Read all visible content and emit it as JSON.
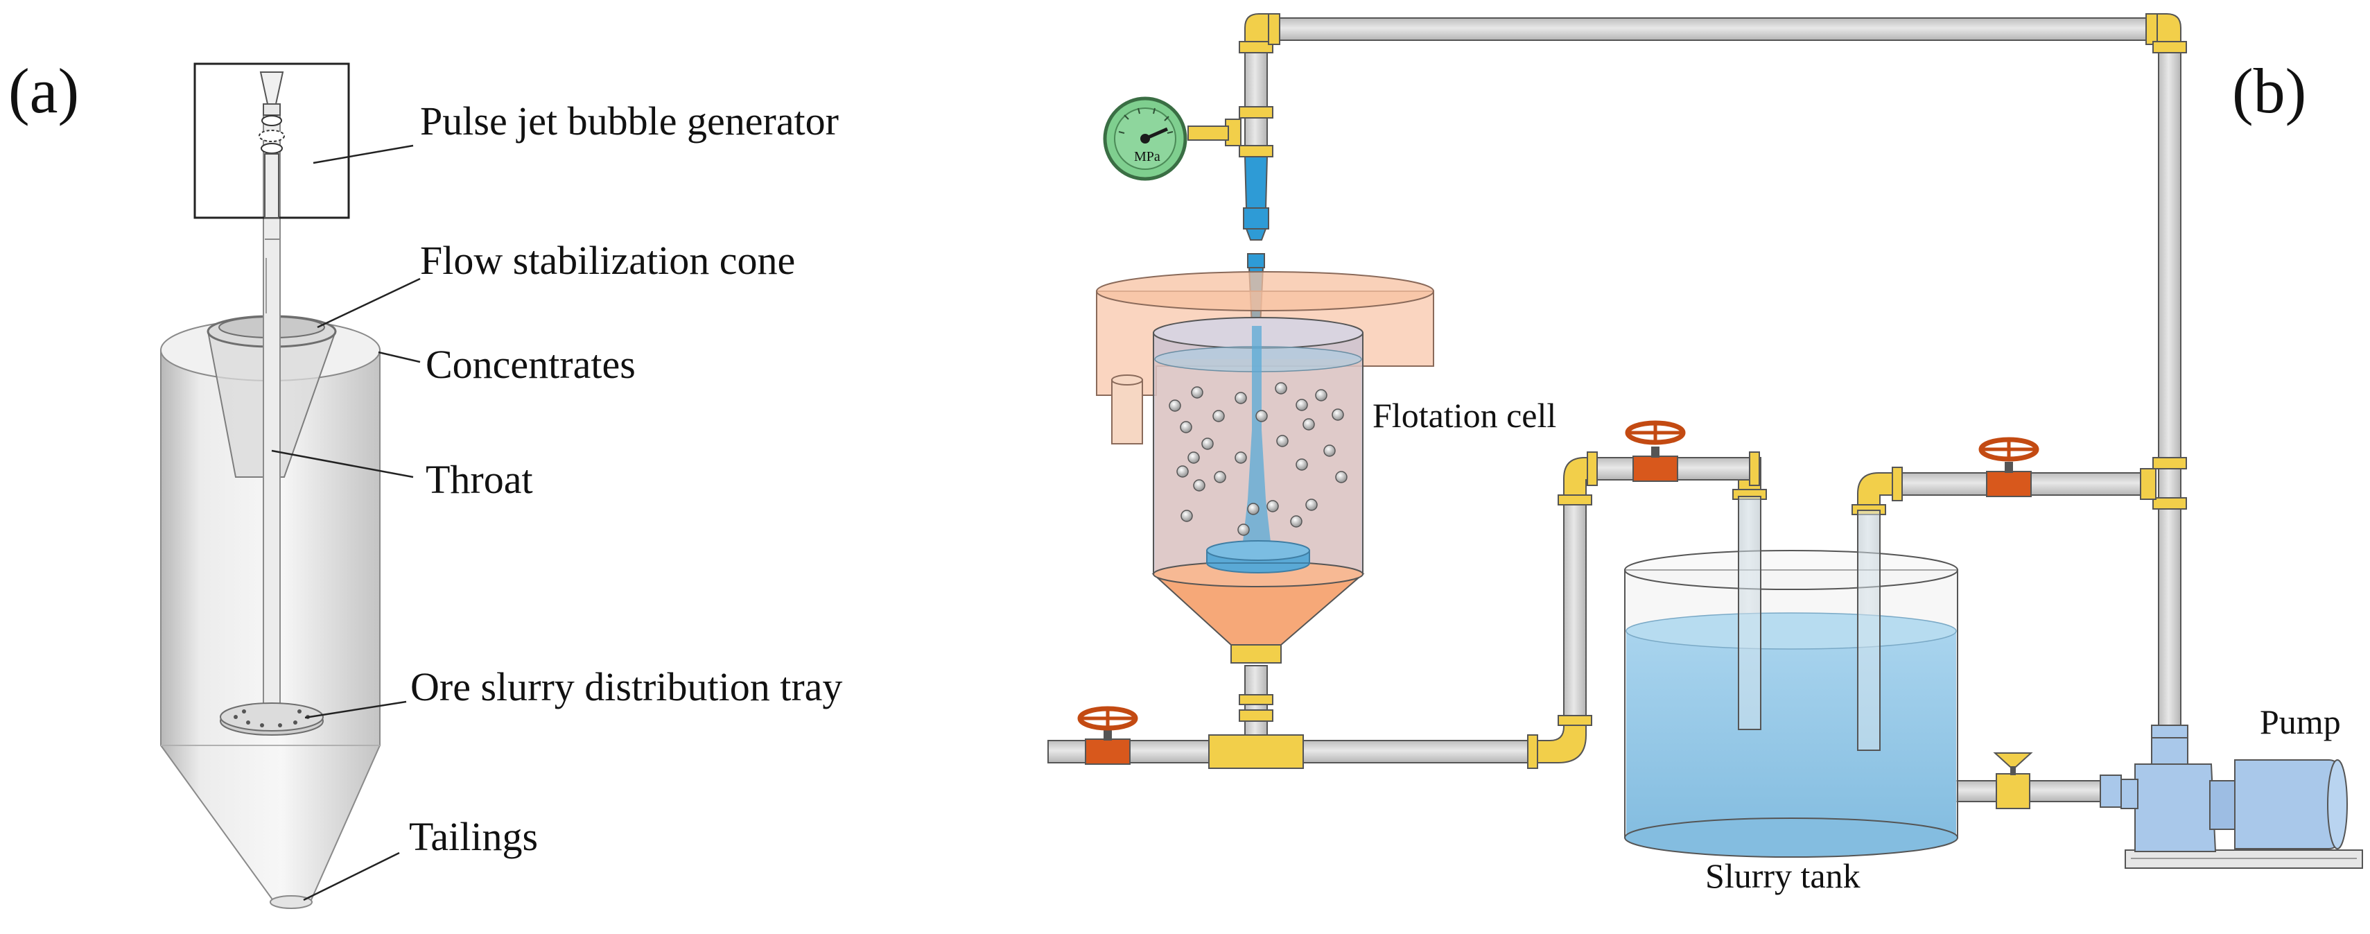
{
  "panel_a": {
    "letter": "(a)",
    "labels": {
      "bubble_generator": "Pulse jet bubble generator",
      "cone": "Flow stabilization cone",
      "concentrates": "Concentrates",
      "throat": "Throat",
      "tray": "Ore slurry distribution tray",
      "tailings": "Tailings"
    }
  },
  "panel_b": {
    "letter": "(b)",
    "labels": {
      "flotation_cell": "Flotation cell",
      "slurry_tank": "Slurry tank",
      "pump": "Pump",
      "gauge_unit": "MPa"
    }
  },
  "colors": {
    "pipe": "#d4d4d4",
    "fitting": "#f2cf4a",
    "valve": "#d8581c",
    "water": "#8fc3e4",
    "cell_cone": "#f6b28c",
    "gauge": "#7fcf8f",
    "pump": "#a9c8ea"
  }
}
